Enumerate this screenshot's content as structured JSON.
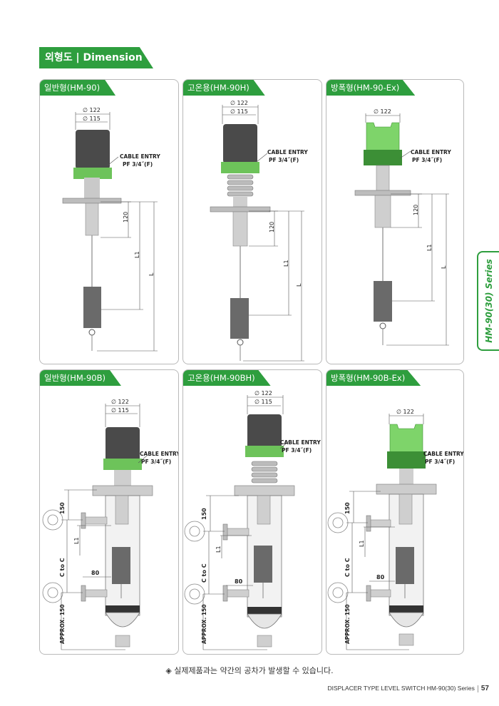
{
  "header": {
    "title": "외형도 | Dimension"
  },
  "side_tab": {
    "label": "HM-90(30) Series"
  },
  "panels": [
    {
      "label": "일반형(HM-90)",
      "dims": [
        "∅ 122",
        "∅ 115"
      ],
      "cable": [
        "CABLE ENTRY",
        "PF 3/4˝(F)"
      ],
      "h": "120",
      "l1": "L1",
      "l": "L"
    },
    {
      "label": "고온용(HM-90H)",
      "dims": [
        "∅ 122",
        "∅ 115"
      ],
      "cable": [
        "CABLE ENTRY",
        "PF 3/4˝(F)"
      ],
      "h": "120",
      "l1": "L1",
      "l": "L"
    },
    {
      "label": "방폭형(HM-90-Ex)",
      "dims": [
        "∅ 122"
      ],
      "cable": [
        "CABLE ENTRY",
        "PF 3/4˝(F)"
      ],
      "h": "120",
      "l1": "L1",
      "l": "L"
    },
    {
      "label": "일반형(HM-90B)",
      "dims": [
        "∅ 122",
        "∅ 115"
      ],
      "cable": [
        "CABLE ENTRY",
        "PF 3/4˝(F)"
      ],
      "h150": "150",
      "l1": "L1",
      "ctoc": "C to C",
      "w80": "80",
      "approx": "APPROX. 150"
    },
    {
      "label": "고온용(HM-90BH)",
      "dims": [
        "∅ 122",
        "∅ 115"
      ],
      "cable": [
        "CABLE ENTRY",
        "PF 3/4˝(F)"
      ],
      "h150": "150",
      "l1": "L1",
      "ctoc": "C to C",
      "w80": "80",
      "approx": "APPROX. 150"
    },
    {
      "label": "방폭형(HM-90B-Ex)",
      "dims": [
        "∅ 122"
      ],
      "cable": [
        "CABLE ENTRY",
        "PF 3/4˝(F)"
      ],
      "h150": "150",
      "l1": "L1",
      "ctoc": "C to C",
      "w80": "80",
      "approx": "APPROX. 150"
    }
  ],
  "note": "◈ 실제제품과는 약간의 공차가 발생할 수 있습니다.",
  "footer": {
    "text": "DISPLACER TYPE LEVEL SWITCH  HM-90(30) Series",
    "page": "57"
  },
  "colors": {
    "accent": "#2e9e3e",
    "body": "#4a4a4a",
    "green_housing": "#7ed46a"
  }
}
